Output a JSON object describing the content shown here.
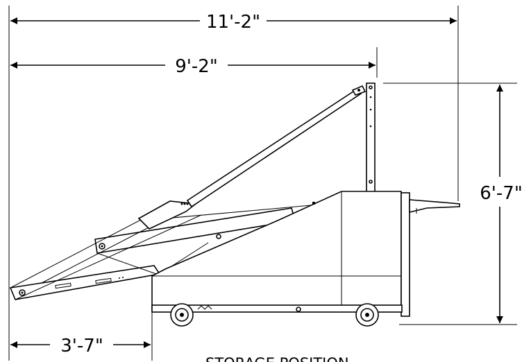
{
  "dimensions": {
    "overall_length": "11'-2\"",
    "boom_length": "9'-2\"",
    "height": "6'-7\"",
    "front_overhang": "3'-7\""
  },
  "caption": "STORAGE POSITION",
  "colors": {
    "line": "#000000",
    "background": "#ffffff",
    "wheel_hub": "#cccccc"
  }
}
